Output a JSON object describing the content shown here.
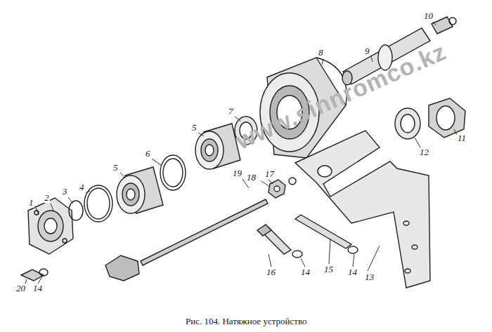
{
  "diagram": {
    "caption": "Рис. 104. Натяжное устройство",
    "labels": [
      "1",
      "2",
      "3",
      "4",
      "5",
      "6",
      "5",
      "7",
      "8",
      "9",
      "10",
      "11",
      "12",
      "19",
      "17",
      "18",
      "16",
      "14",
      "15",
      "14",
      "13",
      "20",
      "14",
      "www.sinnromco.kz"
    ]
  }
}
